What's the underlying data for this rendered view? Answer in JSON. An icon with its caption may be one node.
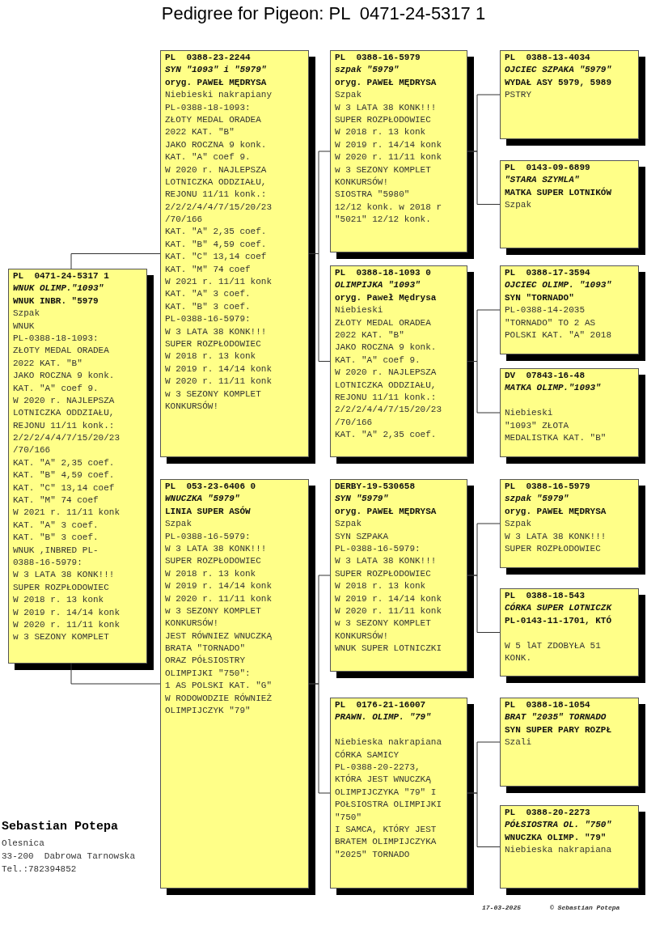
{
  "diagram": {
    "title": "Pedigree for Pigeon: PL  0471-24-5317 1",
    "nodes": [
      {
        "text": [
          "PL  0471-24-5317 1",
          "WNUK OLIMP.\"1093\"",
          "WNUK INBR. \"5979",
          "Szpak",
          "WNUK",
          "PL-0388-18-1093:",
          "ZŁOTY MEDAL ORADEA",
          "2022 KAT. \"B\"",
          "JAKO ROCZNA 9 konk.",
          "KAT. \"A\" coef 9.",
          "W 2020 r. NAJLEPSZA",
          "LOTNICZKA ODDZIAŁU,",
          "REJONU 11/11 konk.:",
          "2/2/2/4/4/7/15/20/23",
          "/70/166",
          "KAT. \"A\" 2,35 coef.",
          "KAT. \"B\" 4,59 coef.",
          "KAT. \"C\" 13,14 coef",
          "KAT. \"M\" 74 coef",
          "W 2021 r. 11/11 konk",
          "KAT. \"A\" 3 coef.",
          "KAT. \"B\" 3 coef.",
          "WNUK ,INBRED PL-",
          "0388-16-5979:",
          "W 3 LATA 38 KONK!!!",
          "SUPER ROZPŁODOWIEC",
          "W 2018 r. 13 konk",
          "W 2019 r. 14/14 konk",
          "W 2020 r. 11/11 konk",
          "w 3 SEZONY KOMPLET"
        ]
      },
      {
        "text": [
          "PL  0388-23-2244",
          "SYN \"1093\" i \"5979\"",
          "oryg. PAWEŁ MĘDRYSA",
          "Niebieski nakrapiany",
          "PL-0388-18-1093:",
          "ZŁOTY MEDAL ORADEA",
          "2022 KAT. \"B\"",
          "JAKO ROCZNA 9 konk.",
          "KAT. \"A\" coef 9.",
          "W 2020 r. NAJLEPSZA",
          "LOTNICZKA ODDZIAŁU,",
          "REJONU 11/11 konk.:",
          "2/2/2/4/4/7/15/20/23",
          "/70/166",
          "KAT. \"A\" 2,35 coef.",
          "KAT. \"B\" 4,59 coef.",
          "KAT. \"C\" 13,14 coef",
          "KAT. \"M\" 74 coef",
          "W 2021 r. 11/11 konk",
          "KAT. \"A\" 3 coef.",
          "KAT. \"B\" 3 coef.",
          "PL-0388-16-5979:",
          "W 3 LATA 38 KONK!!!",
          "SUPER ROZPŁODOWIEC",
          "W 2018 r. 13 konk",
          "W 2019 r. 14/14 konk",
          "W 2020 r. 11/11 konk",
          "w 3 SEZONY KOMPLET",
          "KONKURSÓW!"
        ]
      },
      {
        "text": [
          "PL  053-23-6406 0",
          "WNUCZKA \"5979\"",
          "LINIA SUPER ASÓW",
          "Szpak",
          "PL-0388-16-5979:",
          "W 3 LATA 38 KONK!!!",
          "SUPER ROZPŁODOWIEC",
          "W 2018 r. 13 konk",
          "W 2019 r. 14/14 konk",
          "W 2020 r. 11/11 konk",
          "w 3 SEZONY KOMPLET",
          "KONKURSÓW!",
          "JEST RÓWNIEZ WNUCZKĄ",
          "BRATA \"TORNADO\"",
          "ORAZ PÓŁSIOSTRY",
          "OLIMPIJKI \"750\":",
          "1 AS POLSKI KAT. \"G\"",
          "W RODOWODZIE RÓWNIEŻ",
          "OLIMPIJCZYK \"79\""
        ]
      },
      {
        "text": [
          "PL  0388-16-5979",
          "szpak \"5979\"",
          "oryg. PAWEŁ MĘDRYSA",
          "Szpak",
          "W 3 LATA 38 KONK!!!",
          "SUPER ROZPŁODOWIEC",
          "W 2018 r. 13 konk",
          "W 2019 r. 14/14 konk",
          "W 2020 r. 11/11 konk",
          "w 3 SEZONY KOMPLET",
          "KONKURSÓW!",
          "SIOSTRA \"5980\"",
          "12/12 konk. w 2018 r",
          "\"5021\" 12/12 konk."
        ]
      },
      {
        "text": [
          "PL  0388-18-1093 0",
          "OLIMPIJKA \"1093\"",
          "oryg. Paweł Mędrysa",
          "Niebieski",
          "ZŁOTY MEDAL ORADEA",
          "2022 KAT. \"B\"",
          "JAKO ROCZNA 9 konk.",
          "KAT. \"A\" coef 9.",
          "W 2020 r. NAJLEPSZA",
          "LOTNICZKA ODDZIAŁU,",
          "REJONU 11/11 konk.:",
          "2/2/2/4/4/7/15/20/23",
          "/70/166",
          "KAT. \"A\" 2,35 coef."
        ]
      },
      {
        "text": [
          "DERBY-19-530658",
          "SYN \"5979\"",
          "oryg. PAWEŁ MĘDRYSA",
          "Szpak",
          "SYN SZPAKA",
          "PL-0388-16-5979:",
          "W 3 LATA 38 KONK!!!",
          "SUPER ROZPŁODOWIEC",
          "W 2018 r. 13 konk",
          "W 2019 r. 14/14 konk",
          "W 2020 r. 11/11 konk",
          "w 3 SEZONY KOMPLET",
          "KONKURSÓW!",
          "WNUK SUPER LOTNICZKI"
        ]
      },
      {
        "text": [
          "PL  0176-21-16007",
          "PRAWN. OLIMP. \"79\"",
          "Niebieska nakrapiana",
          "CÓRKA SAMICY",
          "PL-0388-20-2273,",
          "KTÓRA JEST WNUCZKĄ",
          "OLIMPIJCZYKA \"79\" I",
          "POŁSIOSTRA OLIMPIJKI",
          "\"750\"",
          "I SAMCA, KTÓRY JEST",
          "BRATEM OLIMPIJCZYKA",
          "\"2025\" TORNADO"
        ]
      },
      {
        "text": [
          "PL  0388-13-4034",
          "OJCIEC SZPAKA \"5979\"",
          "WYDAŁ ASY 5979, 5989",
          "PSTRY"
        ]
      },
      {
        "text": [
          "PL  0143-09-6899",
          "\"STARA SZYMLA\"",
          "MATKA SUPER LOTNIKÓW",
          "Szpak"
        ]
      },
      {
        "text": [
          "PL  0388-17-3594",
          "OJCIEC OLIMP. \"1093\"",
          "SYN \"TORNADO\"",
          "PL-0388-14-2035",
          "\"TORNADO\" TO 2 AS",
          "POLSKI KAT. \"A\" 2018"
        ]
      },
      {
        "text": [
          "DV  07843-16-48",
          "MATKA OLIMP.\"1093\"",
          "Niebieski",
          "\"1093\" ZŁOTA",
          "MEDALISTKA KAT. \"B\""
        ]
      },
      {
        "text": [
          "PL  0388-16-5979",
          "szpak \"5979\"",
          "oryg. PAWEŁ MĘDRYSA",
          "Szpak",
          "W 3 LATA 38 KONK!!!",
          "SUPER ROZPŁODOWIEC"
        ]
      },
      {
        "text": [
          "PL  0388-18-543",
          "CÓRKA SUPER LOTNICZK",
          "PL-0143-11-1701, KTÓ",
          "W 5 lAT ZDOBYŁA 51",
          "KONK."
        ]
      },
      {
        "text": [
          "PL  0388-18-1054",
          "BRAT \"2035\" TORNADO",
          "SYN SUPER PARY ROZPŁ",
          "Szali"
        ]
      },
      {
        "text": [
          "PL  0388-20-2273",
          "PÓŁSIOSTRA OL. \"750\"",
          "WNUCZKA OLIMP. \"79\"",
          "Niebieska nakrapiana"
        ]
      }
    ],
    "edges": [
      {
        "from": 0,
        "to": 1,
        "arrow": "none"
      },
      {
        "from": 0,
        "to": 2,
        "arrow": "none"
      },
      {
        "from": 1,
        "to": 3,
        "arrow": "none"
      },
      {
        "from": 1,
        "to": 4,
        "arrow": "none"
      },
      {
        "from": 2,
        "to": 5,
        "arrow": "none"
      },
      {
        "from": 2,
        "to": 6,
        "arrow": "none"
      },
      {
        "from": 3,
        "to": 7,
        "arrow": "none"
      },
      {
        "from": 3,
        "to": 8,
        "arrow": "none"
      },
      {
        "from": 4,
        "to": 9,
        "arrow": "none"
      },
      {
        "from": 4,
        "to": 10,
        "arrow": "none"
      },
      {
        "from": 5,
        "to": 11,
        "arrow": "none"
      },
      {
        "from": 5,
        "to": 12,
        "arrow": "none"
      },
      {
        "from": 6,
        "to": 13,
        "arrow": "none"
      },
      {
        "from": 6,
        "to": 14,
        "arrow": "none"
      }
    ],
    "labels": [
      "Sebastian Potepa",
      "Olesnica",
      "33-200  Dabrowa Tarnowska",
      "Tel.:782394852",
      "17-03-2025",
      "© Sebastian Potepa"
    ]
  }
}
